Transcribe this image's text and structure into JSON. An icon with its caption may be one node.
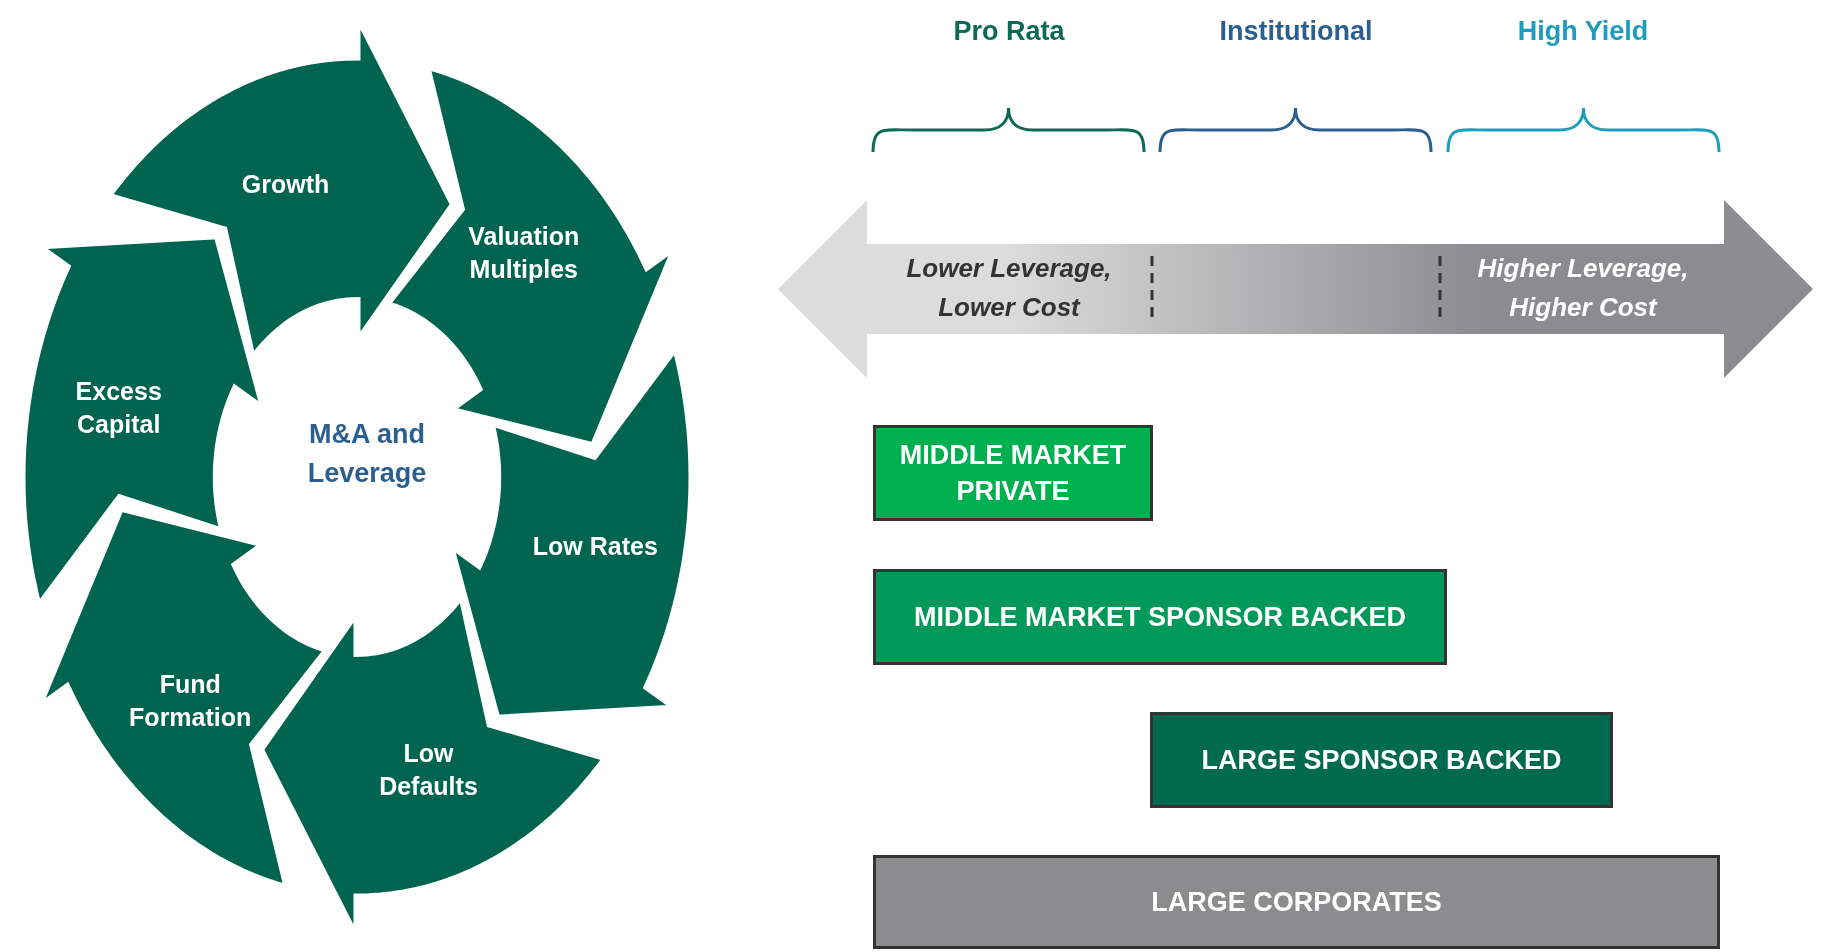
{
  "diagram": {
    "nodes": [
      {
        "text": [
          "Growth"
        ]
      },
      {
        "text": [
          "Valuation Multiples"
        ]
      },
      {
        "text": [
          "Low Rates"
        ]
      },
      {
        "text": [
          "Low Defaults"
        ]
      },
      {
        "text": [
          "Fund Formation"
        ]
      },
      {
        "text": [
          "Excess Capital"
        ]
      },
      {
        "text": [
          "Lower Leverage, Lower Cost",
          "Higher Leverage, Higher Cost"
        ]
      },
      {
        "text": [
          "MIDDLE MARKET PRIVATE"
        ]
      },
      {
        "text": [
          "MIDDLE MARKET SPONSOR BACKED"
        ]
      },
      {
        "text": [
          "LARGE SPONSOR BACKED"
        ]
      },
      {
        "text": [
          "LARGE CORPORATES"
        ]
      }
    ],
    "labels": [
      "Pro Rata",
      "Institutional",
      "High Yield",
      "M&A and Leverage"
    ]
  }
}
